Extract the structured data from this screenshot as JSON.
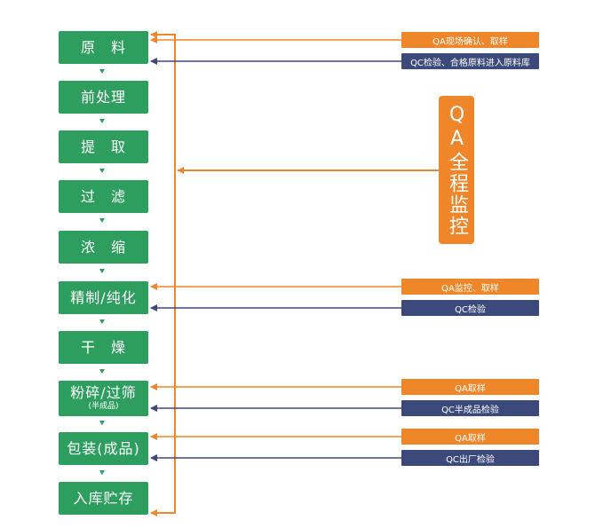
{
  "process_steps": [
    {
      "label": "原　料"
    },
    {
      "label": "前处理"
    },
    {
      "label": "提　取"
    },
    {
      "label": "过　滤"
    },
    {
      "label": "浓　缩"
    },
    {
      "label": "精制/纯化"
    },
    {
      "label": "干　燥"
    },
    {
      "label": "粉碎/过筛",
      "sublabel": "(半成品)"
    },
    {
      "label": "包装(成品)"
    },
    {
      "label": "入库贮存"
    }
  ],
  "qa_overall": {
    "label": "QA全程监控"
  },
  "annotations": [
    {
      "text": "QA现场确认、取样",
      "color": "orange"
    },
    {
      "text": "QC检验、合格原料进入原料库",
      "color": "navy"
    },
    {
      "text": "QA监控、取样",
      "color": "orange"
    },
    {
      "text": "QC检验",
      "color": "navy"
    },
    {
      "text": "QA取样",
      "color": "orange"
    },
    {
      "text": "QC半成品检验",
      "color": "navy"
    },
    {
      "text": "QA取样",
      "color": "orange"
    },
    {
      "text": "QC出厂检验",
      "color": "navy"
    }
  ],
  "colors": {
    "step": "#2e9e5f",
    "orange": "#f0862a",
    "navy": "#3b4a7a"
  }
}
